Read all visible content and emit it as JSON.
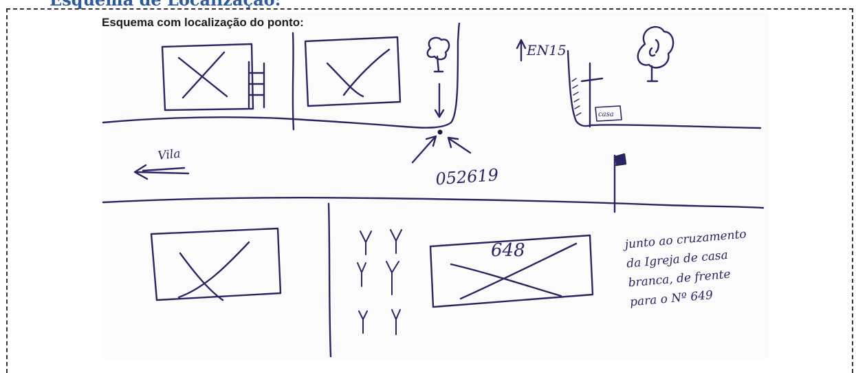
{
  "section": {
    "heading": "Esquema de Localização:"
  },
  "sketch": {
    "caption": "Esquema com localização do ponto:",
    "labels": {
      "north_road": "EN15",
      "west_direction": "Vila",
      "point_code": "052619",
      "building_number": "648",
      "sign": "casa"
    },
    "note_lines": [
      "junto ao cruzamento",
      "da Igreja de casa",
      "branca, de frente",
      "para o Nº 649"
    ]
  },
  "colors": {
    "heading": "#2e5b9a",
    "ink": "#2a2560",
    "frame": "#333333"
  }
}
